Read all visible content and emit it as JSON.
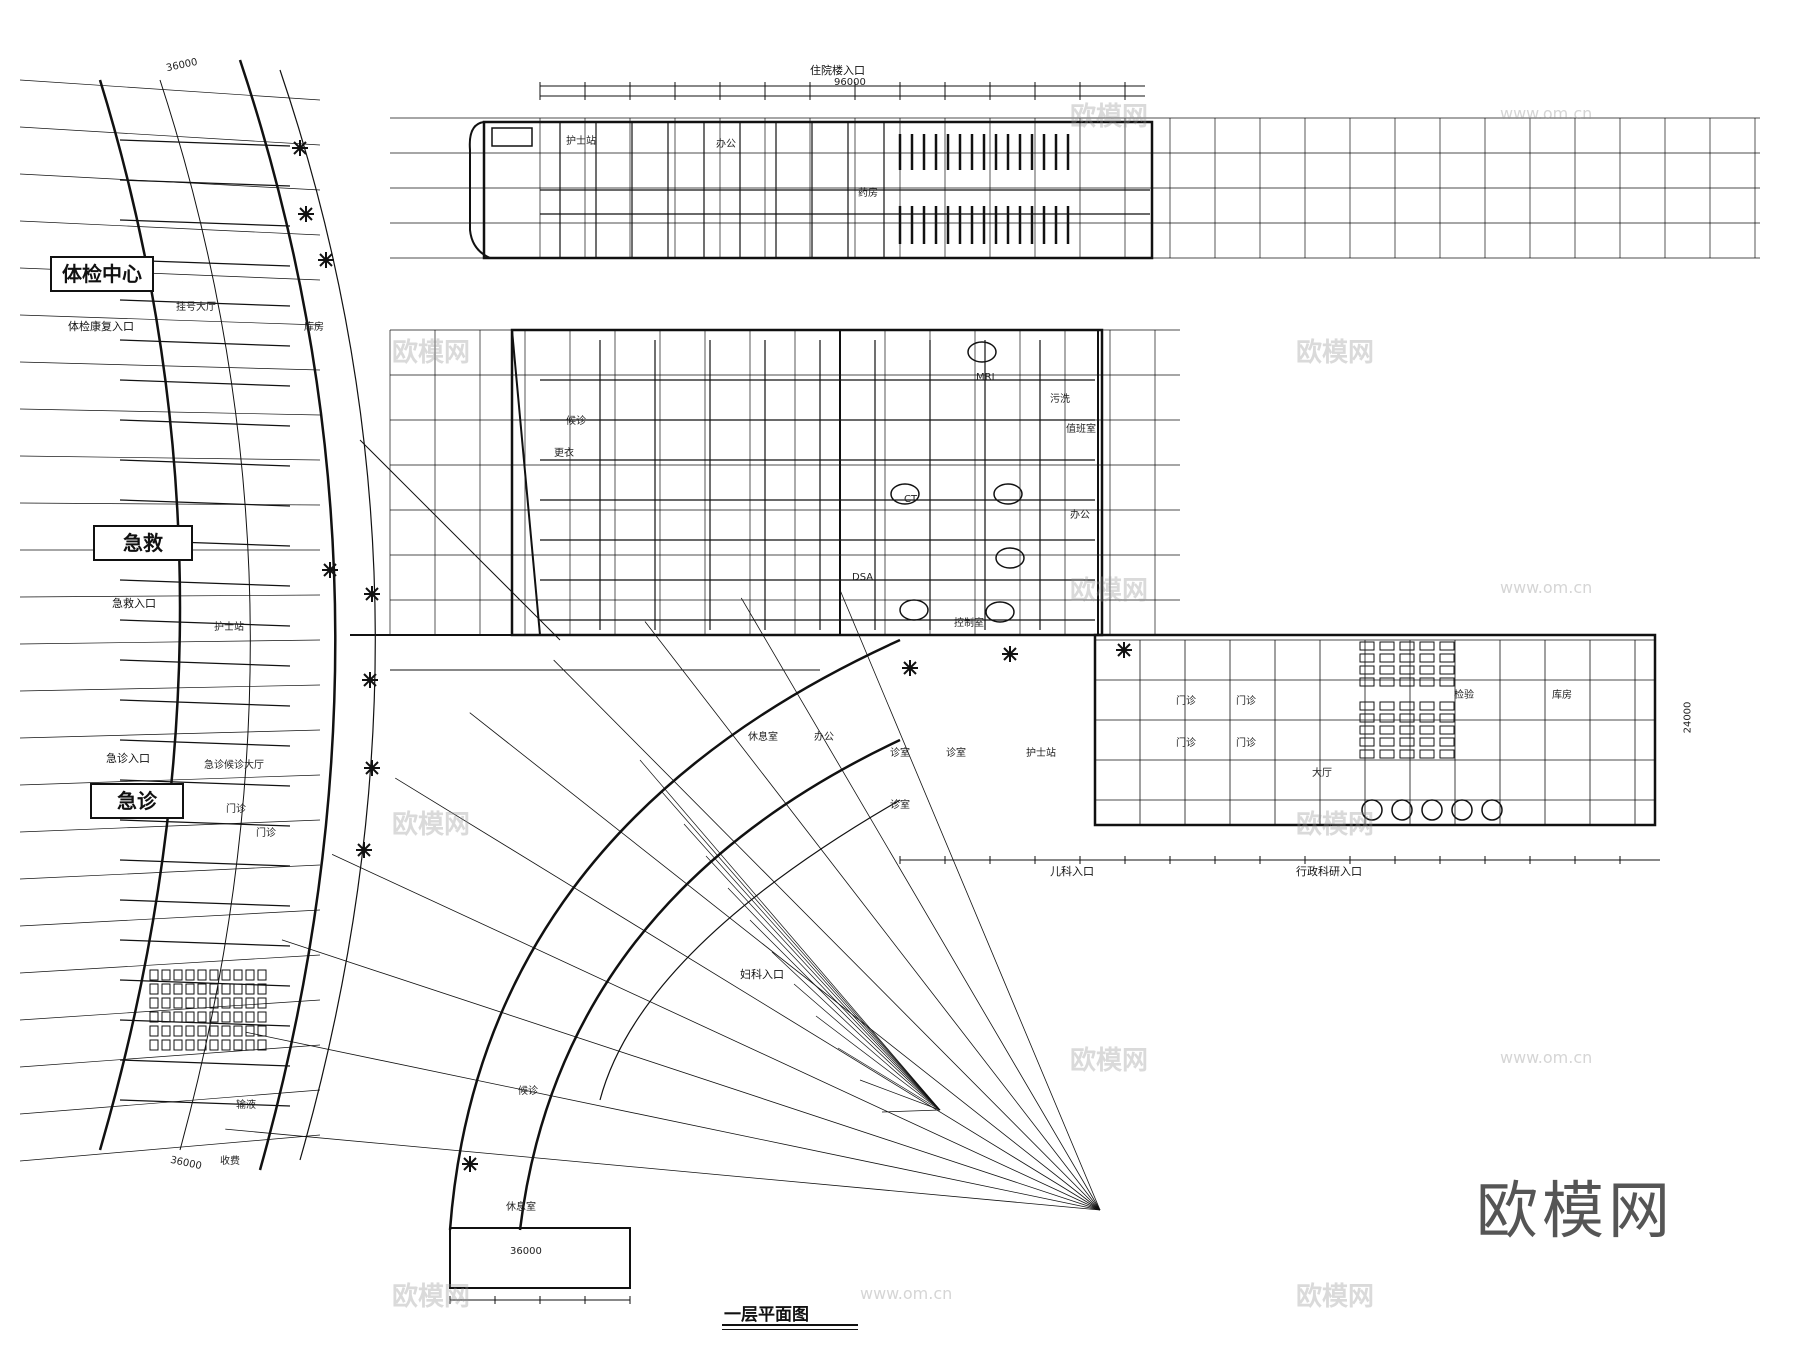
{
  "drawing": {
    "title": "一层平面图",
    "watermark_logo": "欧模网",
    "watermark_site": "www.om.cn",
    "dimensions": {
      "top_total": "96000",
      "left_total": "36000",
      "bottom_left": "36000",
      "bottom_wing": "36000",
      "right_total": "24000",
      "grid": "8000"
    }
  },
  "zones": {
    "physical_center": "体检中心",
    "emergency": "急救",
    "urgent_care": "急诊"
  },
  "entrances": {
    "inpatient": "住院楼入口",
    "physical_rehab": "体检康复入口",
    "emergency": "急救入口",
    "urgent_care": "急诊入口",
    "pediatrics": "儿科入口",
    "admin_research": "行政科研入口",
    "gynecology": "妇科入口"
  },
  "rooms": {
    "nurse_station": "护士站",
    "office": "办公",
    "clinic": "门诊",
    "waiting": "候诊",
    "lobby": "挂号大厅",
    "hall": "大厅",
    "ct": "CT",
    "dsa": "DSA",
    "mri": "MRI",
    "pharmacy": "药房",
    "duty": "值班室",
    "change": "更衣",
    "wash": "污洗",
    "storage": "库房",
    "registration": "收费",
    "consult": "诊室",
    "infusion": "输液",
    "rest": "休息室",
    "control": "控制室",
    "lab": "检验",
    "emergency_hall": "急诊候诊大厅"
  }
}
